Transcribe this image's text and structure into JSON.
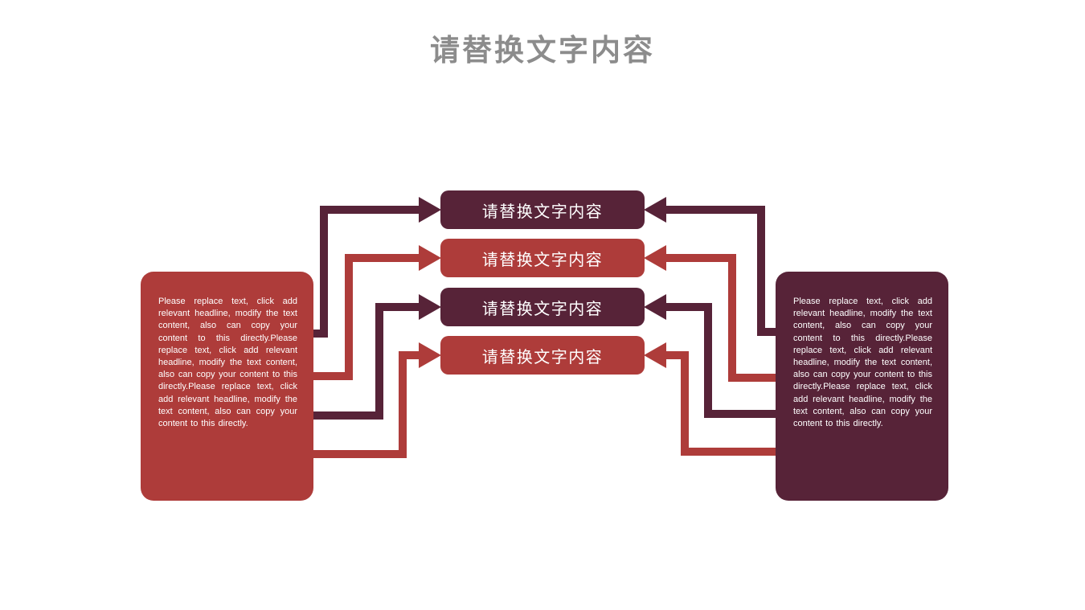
{
  "slide": {
    "title": "请替换文字内容",
    "colors": {
      "dark_maroon": "#572338",
      "brick_red": "#ae3c3a",
      "title_gray": "#8c8c8c",
      "background": "#ffffff",
      "text_white": "#ffffff"
    }
  },
  "left_panel": {
    "text": "Please replace text, click add relevant headline, modify the text content, also can copy your content to this directly.Please replace text, click add relevant headline, modify the text content, also can copy your content to this directly.Please replace text, click add relevant headline, modify the text content, also can copy your content to this directly."
  },
  "right_panel": {
    "text": "Please replace text, click add relevant headline, modify the text content, also can copy your content to this directly.Please replace text, click add relevant headline, modify the text content, also can copy your content to this directly.Please replace text, click add relevant headline, modify the text content, also can copy your content to this directly."
  },
  "center_boxes": [
    {
      "label": "请替换文字内容",
      "color": "dark"
    },
    {
      "label": "请替换文字内容",
      "color": "red"
    },
    {
      "label": "请替换文字内容",
      "color": "dark"
    },
    {
      "label": "请替换文字内容",
      "color": "red"
    }
  ]
}
